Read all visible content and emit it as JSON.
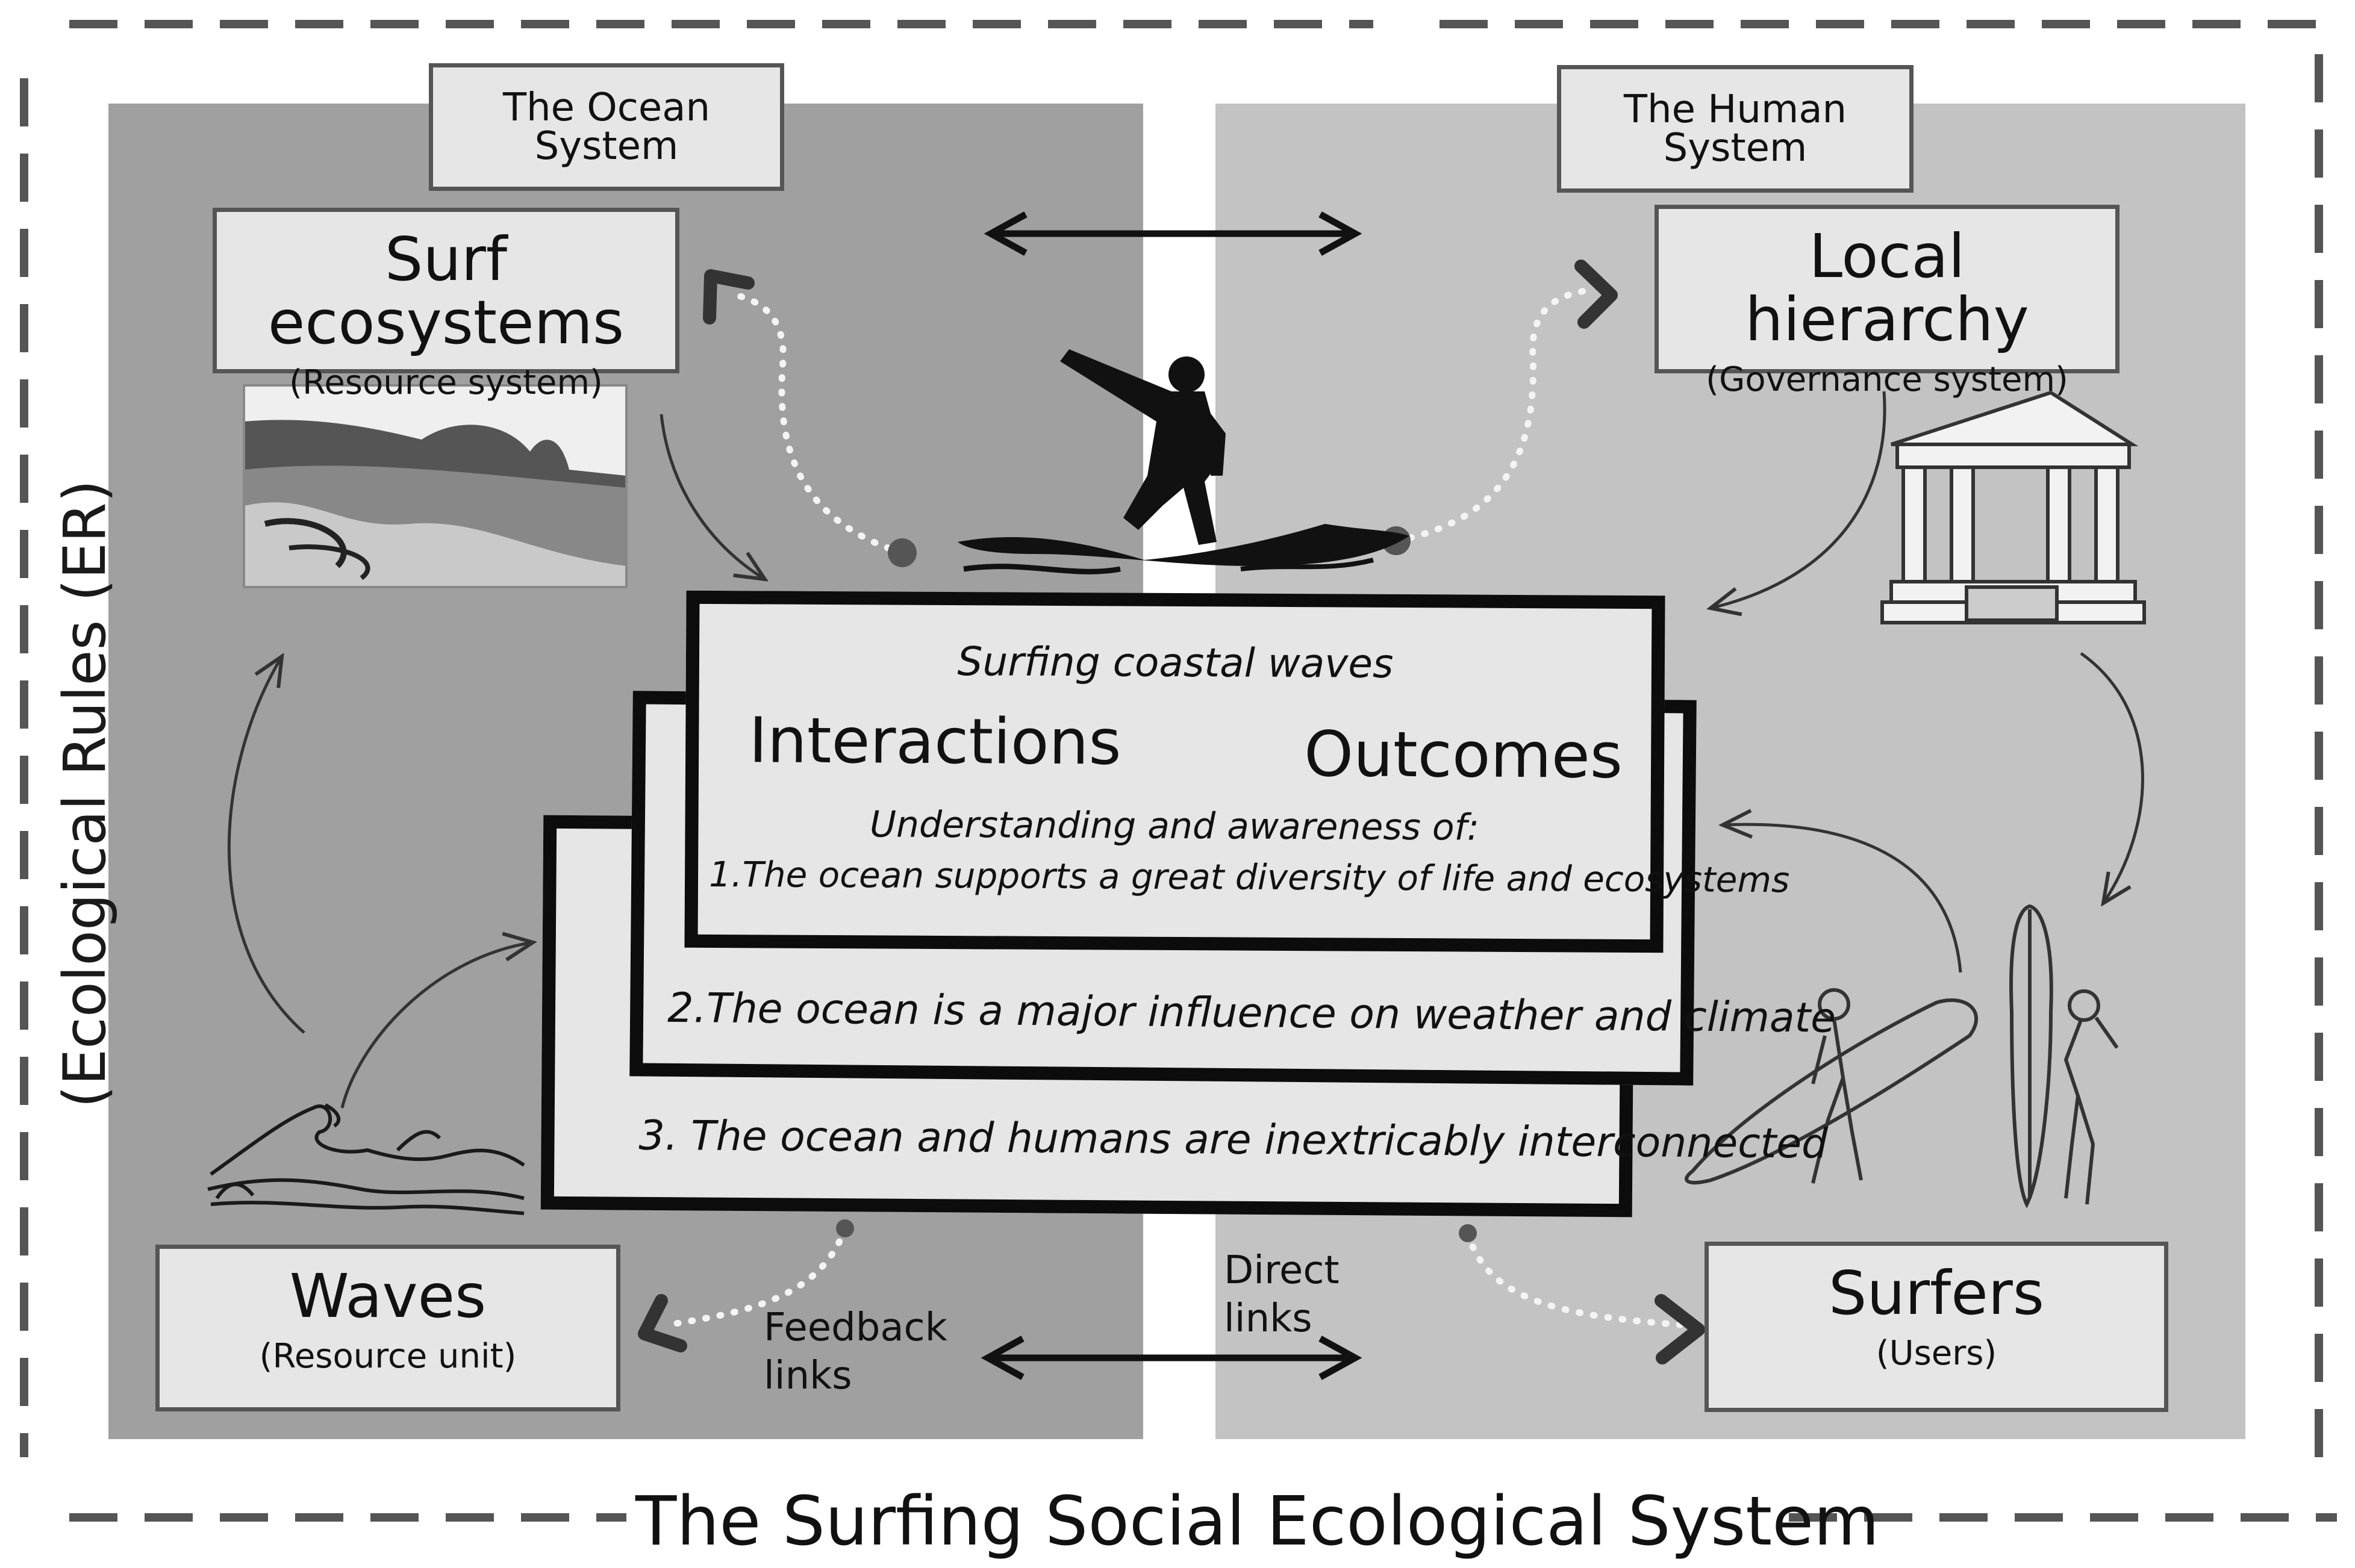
{
  "title": "The Surfing Social Ecological System",
  "side_label": "(Ecological Rules (ER)",
  "systems": {
    "ocean": "The Ocean System",
    "human": "The Human System"
  },
  "boxes": {
    "surf_ecosystems": {
      "title": "Surf ecosystems",
      "subtitle": "(Resource system)"
    },
    "local_hierarchy": {
      "title": "Local hierarchy",
      "subtitle": "(Governance system)"
    },
    "waves": {
      "title": "Waves",
      "subtitle": "(Resource unit)"
    },
    "surfers": {
      "title": "Surfers",
      "subtitle": "(Users)"
    }
  },
  "center": {
    "heading": "Surfing coastal waves",
    "interactions": "Interactions",
    "outcomes": "Outcomes",
    "understanding": "Understanding and awareness of:",
    "principles": [
      "1.The ocean supports a great diversity of life and ecosystems",
      "2.The ocean is a major influence on weather and climate",
      "3. The ocean and humans are inextricably interconnected"
    ]
  },
  "edge_labels": {
    "feedback_line1": "Feedback",
    "feedback_line2": "links",
    "direct_line1": "Direct",
    "direct_line2": "links"
  },
  "icons": [
    "surfer-silhouette-icon",
    "coastline-photo-icon",
    "ocean-waves-icon",
    "government-building-icon",
    "surfers-with-boards-icon"
  ]
}
